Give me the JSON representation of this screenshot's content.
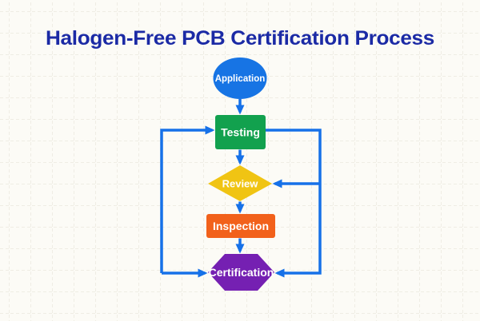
{
  "title": {
    "text": "Halogen-Free PCB Certification Process",
    "color": "#1B2AA5"
  },
  "canvas": {
    "background": "#FCFBF6",
    "grid_color": "#E8E5DA"
  },
  "colors": {
    "arrow": "#1671E8"
  },
  "nodes": [
    {
      "id": "application",
      "label": "Application",
      "shape": "ellipse",
      "color": "#1774E4"
    },
    {
      "id": "testing",
      "label": "Testing",
      "shape": "rectangle",
      "color": "#12A14E"
    },
    {
      "id": "review",
      "label": "Review",
      "shape": "diamond",
      "color": "#F0C413"
    },
    {
      "id": "inspection",
      "label": "Inspection",
      "shape": "rectangle",
      "color": "#F2611B"
    },
    {
      "id": "certification",
      "label": "Certification",
      "shape": "hexagon",
      "color": "#7520B2"
    }
  ],
  "edges": [
    {
      "from": "Application",
      "to": "Testing",
      "route": "vertical"
    },
    {
      "from": "Testing",
      "to": "Review",
      "route": "vertical"
    },
    {
      "from": "Review",
      "to": "Inspection",
      "route": "vertical"
    },
    {
      "from": "Inspection",
      "to": "Certification",
      "route": "vertical"
    },
    {
      "from": "left-rail",
      "to": "Testing",
      "route": "left-loop"
    },
    {
      "from": "left-rail",
      "to": "Certification",
      "route": "left-loop"
    },
    {
      "from": "Testing",
      "to": "Certification",
      "route": "right-loop"
    },
    {
      "from": "right-rail",
      "to": "Review",
      "route": "right-loop"
    }
  ]
}
